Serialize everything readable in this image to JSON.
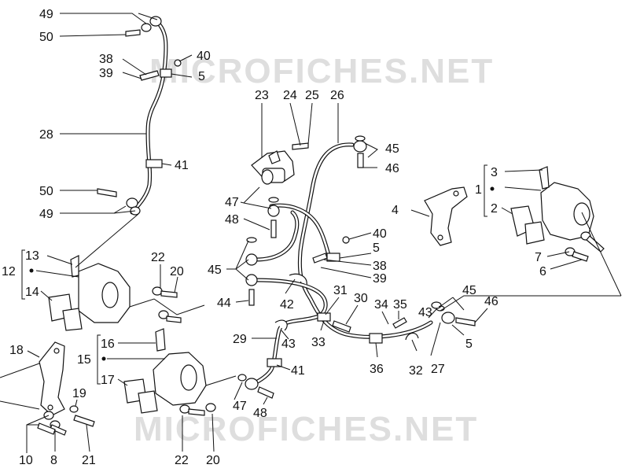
{
  "watermark": "MICROFICHES.NET",
  "labels": [
    {
      "id": "l49a",
      "text": "49"
    },
    {
      "id": "l50a",
      "text": "50"
    },
    {
      "id": "l38a",
      "text": "38"
    },
    {
      "id": "l39a",
      "text": "39"
    },
    {
      "id": "l40a",
      "text": "40"
    },
    {
      "id": "l5a",
      "text": "5"
    },
    {
      "id": "l28",
      "text": "28"
    },
    {
      "id": "l41a",
      "text": "41"
    },
    {
      "id": "l50b",
      "text": "50"
    },
    {
      "id": "l49b",
      "text": "49"
    },
    {
      "id": "l23",
      "text": "23"
    },
    {
      "id": "l24",
      "text": "24"
    },
    {
      "id": "l25",
      "text": "25"
    },
    {
      "id": "l26",
      "text": "26"
    },
    {
      "id": "l45a",
      "text": "45"
    },
    {
      "id": "l46a",
      "text": "46"
    },
    {
      "id": "l47a",
      "text": "47"
    },
    {
      "id": "l48a",
      "text": "48"
    },
    {
      "id": "l40b",
      "text": "40"
    },
    {
      "id": "l5b",
      "text": "5"
    },
    {
      "id": "l38b",
      "text": "38"
    },
    {
      "id": "l39b",
      "text": "39"
    },
    {
      "id": "l45b",
      "text": "45"
    },
    {
      "id": "l44",
      "text": "44"
    },
    {
      "id": "l42",
      "text": "42"
    },
    {
      "id": "l31",
      "text": "31"
    },
    {
      "id": "l30",
      "text": "30"
    },
    {
      "id": "l34",
      "text": "34"
    },
    {
      "id": "l35",
      "text": "35"
    },
    {
      "id": "l43a",
      "text": "43"
    },
    {
      "id": "l45c",
      "text": "45"
    },
    {
      "id": "l46b",
      "text": "46"
    },
    {
      "id": "l5c",
      "text": "5"
    },
    {
      "id": "l33",
      "text": "33"
    },
    {
      "id": "l29",
      "text": "29"
    },
    {
      "id": "l43b",
      "text": "43"
    },
    {
      "id": "l41b",
      "text": "41"
    },
    {
      "id": "l36",
      "text": "36"
    },
    {
      "id": "l32",
      "text": "32"
    },
    {
      "id": "l27",
      "text": "27"
    },
    {
      "id": "l47b",
      "text": "47"
    },
    {
      "id": "l48b",
      "text": "48"
    },
    {
      "id": "l3",
      "text": "3"
    },
    {
      "id": "l1",
      "text": "1"
    },
    {
      "id": "l2",
      "text": "2"
    },
    {
      "id": "l4",
      "text": "4"
    },
    {
      "id": "l7",
      "text": "7"
    },
    {
      "id": "l6",
      "text": "6"
    },
    {
      "id": "l13",
      "text": "13"
    },
    {
      "id": "l12",
      "text": "12"
    },
    {
      "id": "l14",
      "text": "14"
    },
    {
      "id": "l22a",
      "text": "22"
    },
    {
      "id": "l20a",
      "text": "20"
    },
    {
      "id": "l16",
      "text": "16"
    },
    {
      "id": "l15",
      "text": "15"
    },
    {
      "id": "l17",
      "text": "17"
    },
    {
      "id": "l18",
      "text": "18"
    },
    {
      "id": "l19",
      "text": "19"
    },
    {
      "id": "l10",
      "text": "10"
    },
    {
      "id": "l8",
      "text": "8"
    },
    {
      "id": "l21",
      "text": "21"
    },
    {
      "id": "l22b",
      "text": "22"
    },
    {
      "id": "l20b",
      "text": "20"
    }
  ]
}
